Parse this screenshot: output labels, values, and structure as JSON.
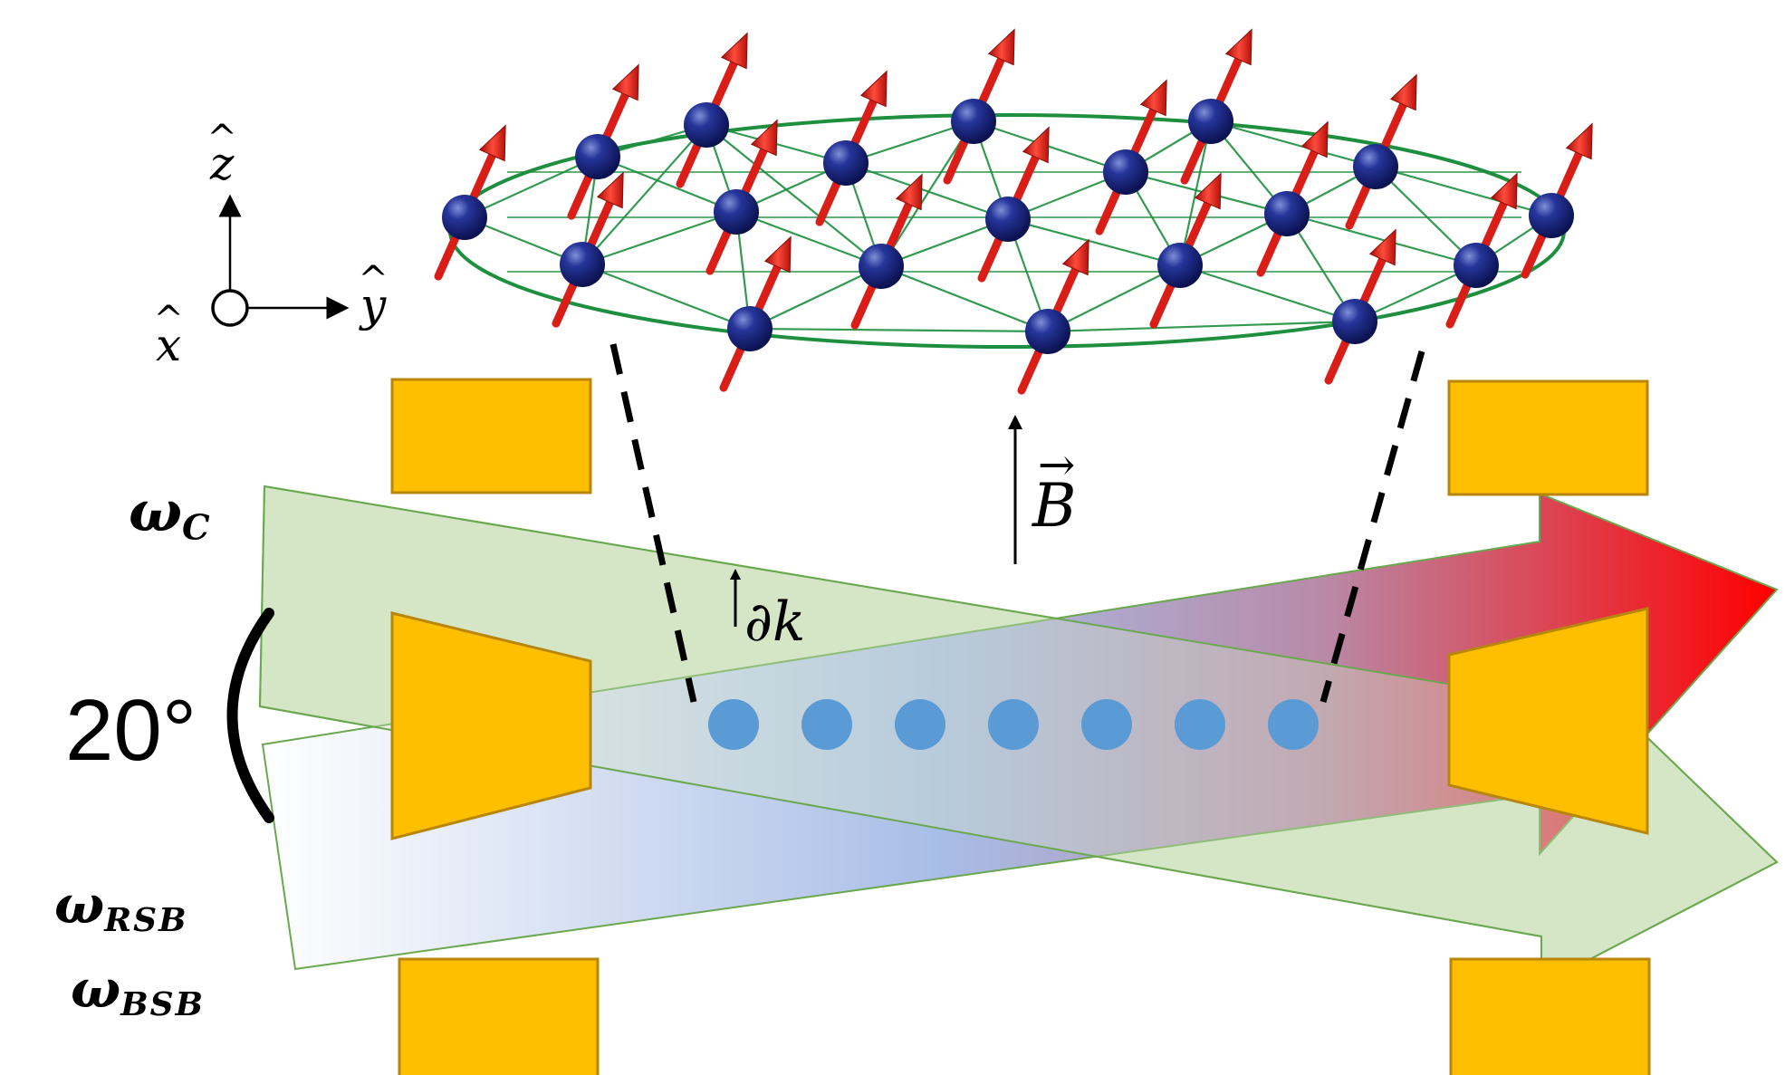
{
  "axes": {
    "z_label": "z",
    "y_label": "y",
    "x_label": "x"
  },
  "labels": {
    "field": "B",
    "gradient": "∂k",
    "angle": "20°",
    "beam_c_symbol": "ω",
    "beam_c_sub": "C",
    "beam_rsb_symbol": "ω",
    "beam_rsb_sub": "RSB",
    "beam_bsb_symbol": "ω",
    "beam_bsb_sub": "BSB"
  },
  "colors": {
    "electrode": "#fdbf00",
    "electrode_edge": "#b8860b",
    "beam_fill": "#d5e6c6",
    "beam_edge": "#6aa84f",
    "lattice": "#1e8f3e",
    "ion_sphere": "#1a2577",
    "spin_arrow": "#d91e18",
    "chain_ion": "#5b9bd5",
    "beam_blue": "#a8bde6",
    "beam_red": "#ff0000"
  },
  "ion_chain": {
    "count": 7
  }
}
